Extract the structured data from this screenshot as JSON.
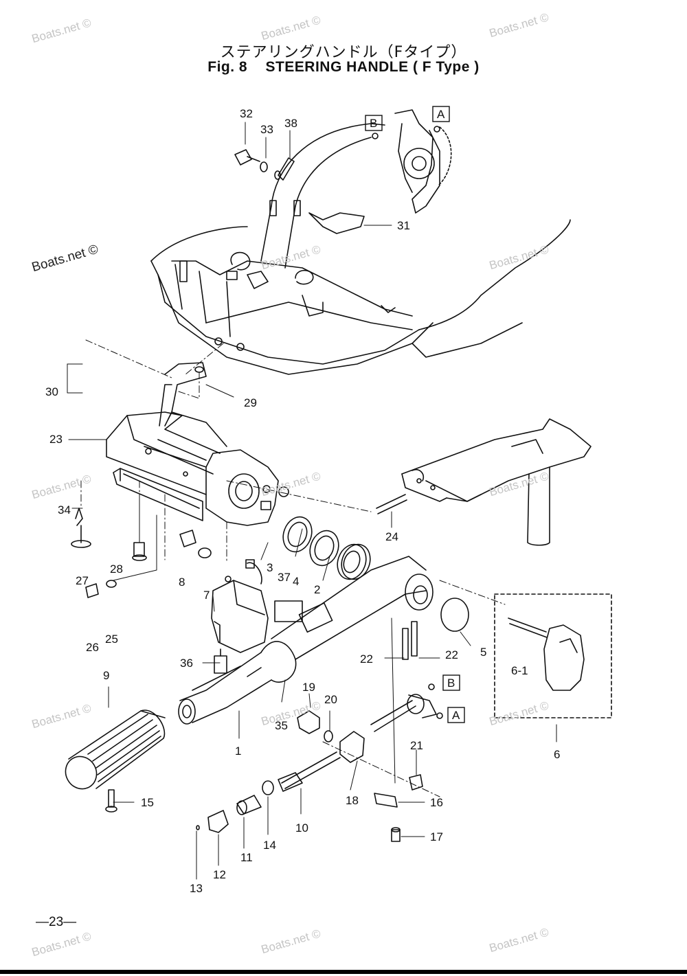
{
  "title": {
    "japanese": "ステアリングハンドル（Fタイプ）",
    "fig_label": "Fig. 8",
    "english": "STEERING HANDLE ( F Type )"
  },
  "watermark_text": "Boats.net ©",
  "page_number": "—23—",
  "reference_markers": [
    "A",
    "B"
  ],
  "callouts": [
    "32",
    "33",
    "38",
    "31",
    "30",
    "29",
    "23",
    "34",
    "24",
    "27",
    "28",
    "8",
    "3",
    "37",
    "4",
    "2",
    "7",
    "26",
    "25",
    "36",
    "9",
    "35",
    "19",
    "20",
    "1",
    "22",
    "22",
    "5",
    "6-1",
    "6",
    "21",
    "18",
    "16",
    "15",
    "10",
    "14",
    "11",
    "12",
    "13",
    "17"
  ]
}
